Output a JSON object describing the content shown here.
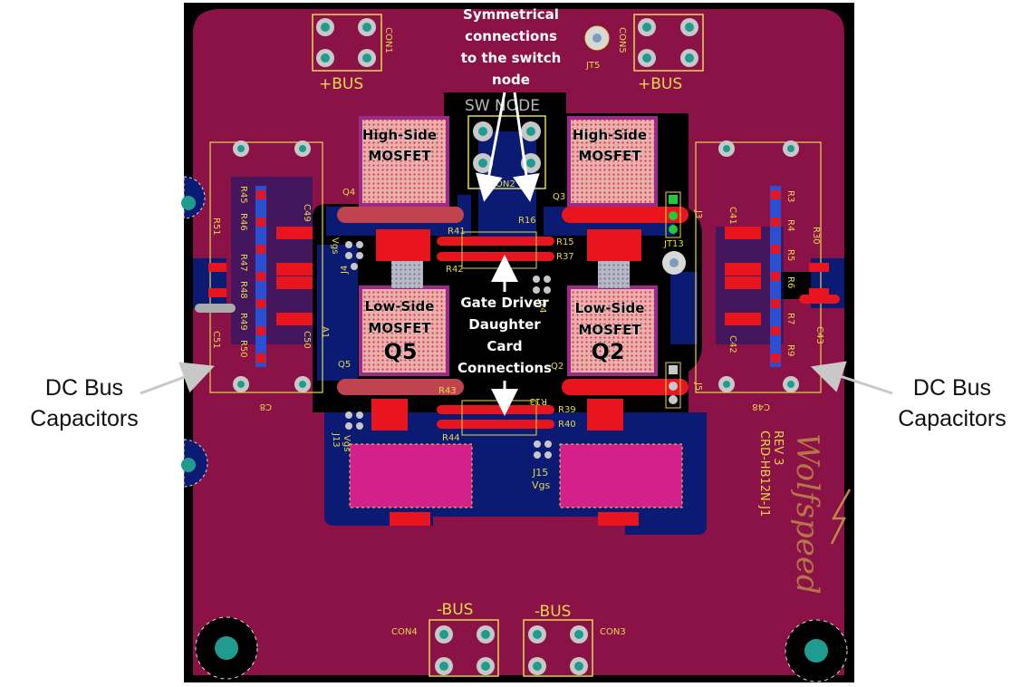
{
  "annotations": {
    "symmetrical": [
      "Symmetrical",
      "connections",
      "to the switch",
      "node"
    ],
    "gate_driver": [
      "Gate Driver",
      "Daughter",
      "Card",
      "Connections"
    ],
    "dc_bus_left": [
      "DC Bus",
      "Capacitors"
    ],
    "dc_bus_right": [
      "DC Bus",
      "Capacitors"
    ]
  },
  "mosfet_labels": {
    "high_left": [
      "High-Side",
      "MOSFET"
    ],
    "high_right": [
      "High-Side",
      "MOSFET"
    ],
    "low_left": [
      "Low-Side",
      "MOSFET"
    ],
    "low_right": [
      "Low-Side",
      "MOSFET"
    ],
    "q_left": "Q5",
    "q_right": "Q2"
  },
  "silkscreen": {
    "bus_plus_left": "+BUS",
    "bus_plus_right": "+BUS",
    "bus_minus_left": "-BUS",
    "bus_minus_right": "-BUS",
    "sw_node": "SW NODE",
    "con1": "CON1",
    "con2": "CON2",
    "con3": "CON3",
    "con4": "CON4",
    "con5": "CON5",
    "jt5": "JT5",
    "q4": "Q4",
    "q3": "Q3",
    "q5": "Q5",
    "q2": "Q2",
    "r45": "R45",
    "r46": "R46",
    "r47": "R47",
    "r48": "R48",
    "r49": "R49",
    "r50": "R50",
    "r51": "R51",
    "c49": "C49",
    "c50": "C50",
    "c51": "C51",
    "c8": "C8",
    "a1": "A1",
    "r41": "R41",
    "r42": "R42",
    "r16": "R16",
    "r15": "R15",
    "r37": "R37",
    "r43": "R43",
    "r44": "R44",
    "r13": "R13",
    "r39": "R39",
    "r40": "R40",
    "j4": "J4",
    "j14": "J14",
    "j13": "J13",
    "j15": "J15",
    "vgs1": "Vgs",
    "vgs2": "Vgs",
    "vgs3": "Vgs",
    "jt13": "JT13",
    "j3": "J3",
    "j5": "J5",
    "r3": "R3",
    "r4": "R4",
    "r5": "R5",
    "r6": "R6",
    "r7": "R7",
    "r9": "R9",
    "r30": "R30",
    "c41": "C41",
    "c42": "C42",
    "c43": "C43",
    "c48": "C48",
    "board_id": "CRD-HB12N-J1",
    "rev": "REV 3",
    "brand": "Wolfspeed"
  },
  "colors": {
    "board": "#8a1246",
    "copper_bottom": "#0b1a73",
    "pad_red": "#e8141e",
    "silk_yellow": "#e6d84a",
    "via_teal": "#1f9c8f",
    "magenta_pad": "#d4208a",
    "mosfet_pad": "#e6aaa8"
  }
}
